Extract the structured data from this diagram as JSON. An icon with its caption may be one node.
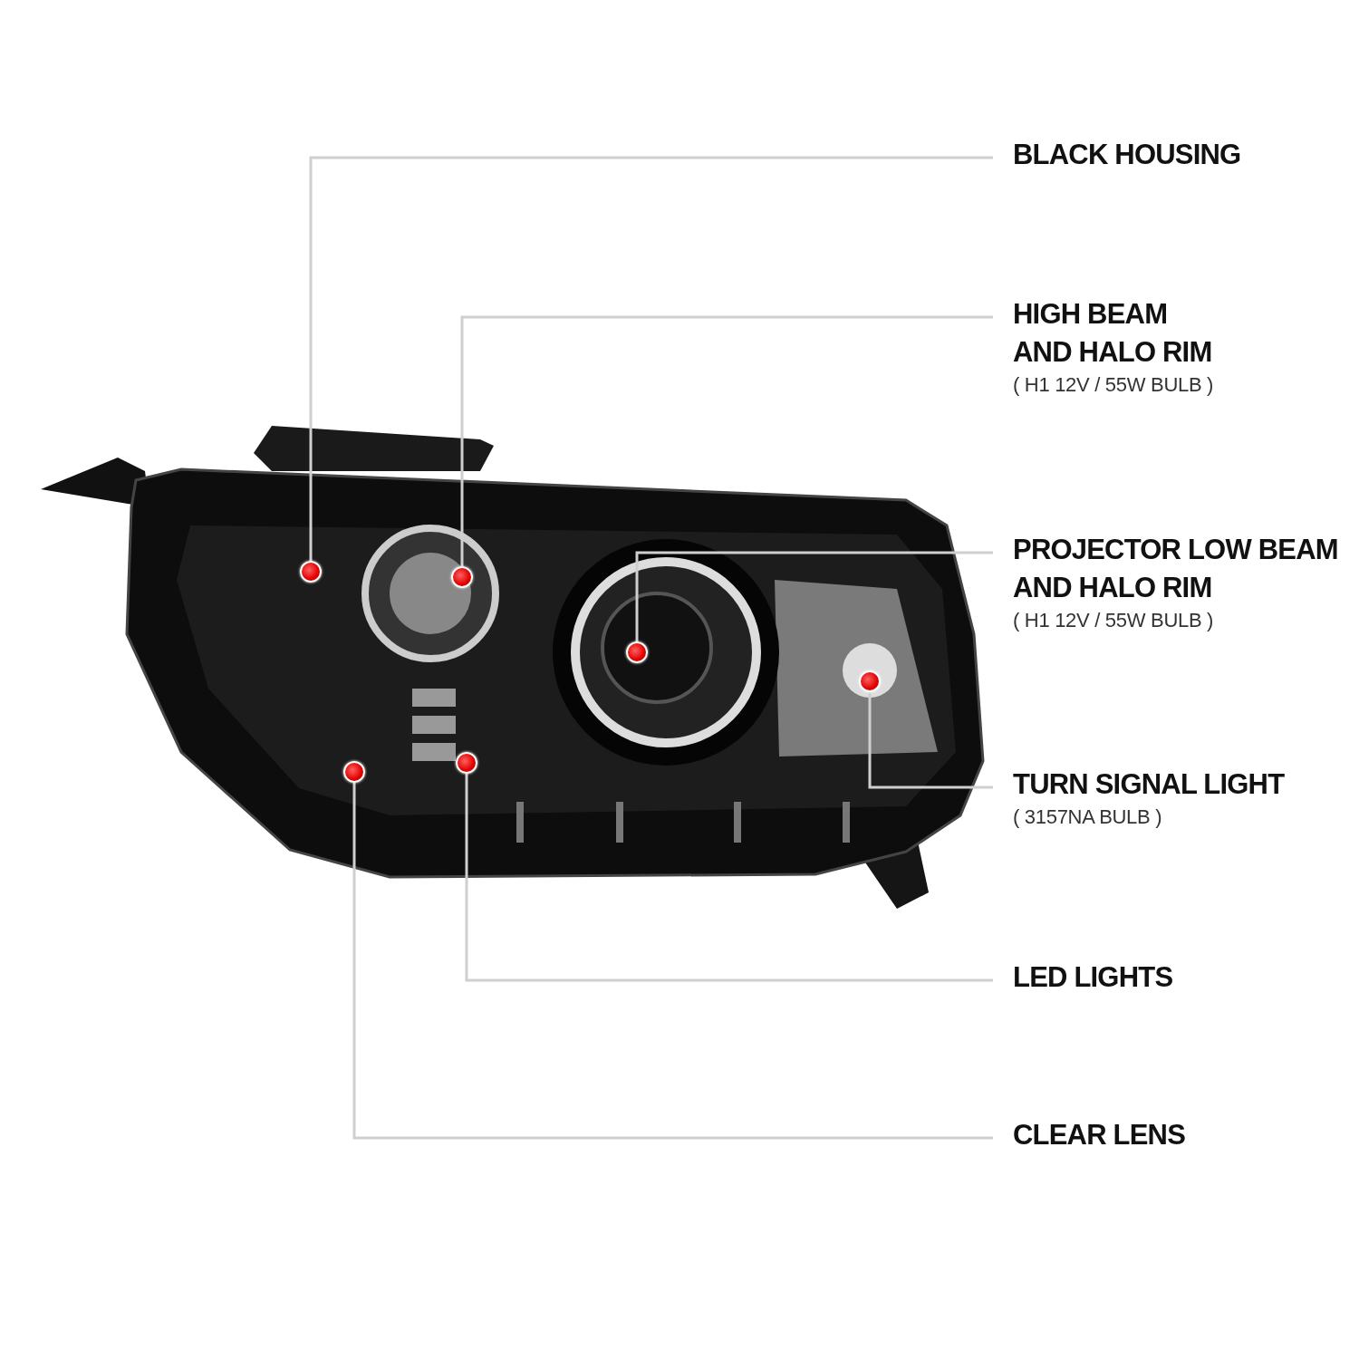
{
  "diagram": {
    "nodes": [
      {
        "text": [
          "BLACK HOUSING"
        ]
      },
      {
        "text": [
          "HIGH BEAM AND HALO RIM",
          "( H1 12V / 55W BULB )"
        ]
      },
      {
        "text": [
          "PROJECTOR LOW BEAM AND HALO RIM",
          "( H1 12V / 55W BULB )"
        ]
      },
      {
        "text": [
          "TURN SIGNAL LIGHT",
          "( 3157NA BULB )"
        ]
      },
      {
        "text": [
          "LED LIGHTS"
        ]
      },
      {
        "text": [
          "CLEAR LENS"
        ]
      },
      {
        "text": [],
        "shape": "circle"
      },
      {
        "text": [],
        "shape": "circle"
      },
      {
        "text": [],
        "shape": "circle"
      },
      {
        "text": [],
        "shape": "circle"
      },
      {
        "text": [],
        "shape": "circle"
      },
      {
        "text": [],
        "shape": "circle"
      }
    ],
    "edges": [
      {
        "from": 0,
        "to": 6,
        "arrow": "none"
      },
      {
        "from": 1,
        "to": 7,
        "arrow": "none"
      },
      {
        "from": 2,
        "to": 8,
        "arrow": "none"
      },
      {
        "from": 3,
        "to": 9,
        "arrow": "none"
      },
      {
        "from": 4,
        "to": 10,
        "arrow": "none"
      },
      {
        "from": 5,
        "to": 11,
        "arrow": "none"
      }
    ]
  }
}
